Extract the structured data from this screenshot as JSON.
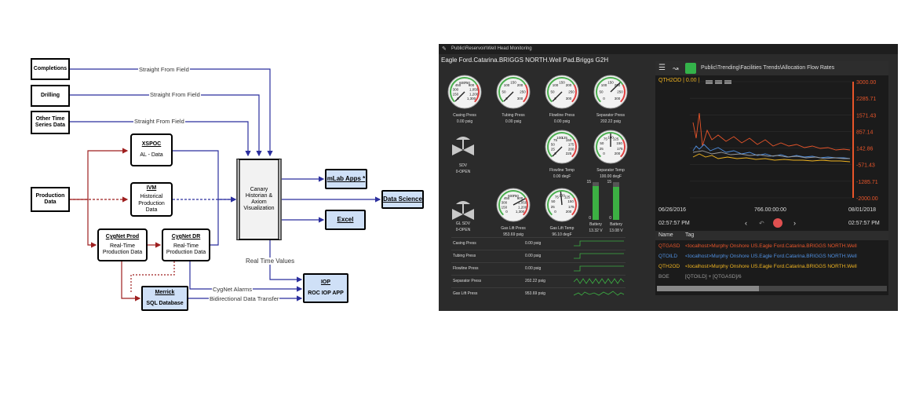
{
  "diagram": {
    "boxes": {
      "completions": "Completions",
      "drilling": "Drilling",
      "other_time_series": "Other Time Series Data",
      "production_data": "Production Data",
      "xspoc_title": "XSPOC",
      "xspoc_sub": "AL - Data",
      "ivm_title": "IVM",
      "ivm_sub": "Historical Production Data",
      "cygnet_prod_title": "CygNet Prod",
      "cygnet_prod_sub": "Real-Time Production Data",
      "cygnet_dr_title": "CygNet DR",
      "cygnet_dr_sub": "Real-Time Production Data",
      "canary": "Canary Historian & Axiom Visualization",
      "mlab": "mLab Apps *",
      "data_science": "Data Science",
      "excel": "Excel",
      "iop_title": "IOP",
      "iop_sub": "ROC IOP APP",
      "merrick_title": "Merrick",
      "merrick_sub": "SQL Database"
    },
    "labels": {
      "straight1": "Straight From Field",
      "straight2": "Straight From Field",
      "straight3": "Straight From Field",
      "real_time_values": "Real Time Values",
      "cygnet_alarms": "CygNet Alarms",
      "bidirectional": "Bidirectional Data Transfer"
    },
    "colors": {
      "blue": "#2b2f9e",
      "red": "#9e1f1f",
      "box_fill": "#cfe0f7"
    }
  },
  "dashboard": {
    "path": "Public\\Reservoir\\Well Head Monitoring",
    "well_title": "Eagle Ford.Catarina.BRIGGS NORTH.Well Pad.Briggs G2H",
    "gauges": [
      {
        "name": "Casing Press",
        "value": "0.00 psig"
      },
      {
        "name": "Tubing Press",
        "value": "0.00 psig"
      },
      {
        "name": "Flowline Press",
        "value": "0.00 psig"
      },
      {
        "name": "Separator Press",
        "value": "202.22 psig"
      },
      {
        "name": "Flowline Temp",
        "value": "0.00 degF"
      },
      {
        "name": "Separator Temp",
        "value": "100.00 degF"
      },
      {
        "name": "Gas Lift Press",
        "value": "953.69 psig"
      },
      {
        "name": "Gas Lift Temp",
        "value": "96.10 degF"
      }
    ],
    "sdv": {
      "name": "SDV",
      "state": "0-OPEN"
    },
    "gl_sdv": {
      "name": "GL SDV",
      "state": "0-OPEN"
    },
    "batteries": [
      {
        "name": "Battery",
        "value": "13.32 V",
        "level": 0.89
      },
      {
        "name": "Battery",
        "value": "13.08 V",
        "level": 0.87
      }
    ],
    "spark_rows": [
      {
        "name": "Casing Press",
        "value": "0.00 psig"
      },
      {
        "name": "Tubing Press",
        "value": "0.00 psig"
      },
      {
        "name": "Flowline Press",
        "value": "0.00 psig"
      },
      {
        "name": "Separator Press",
        "value": "202.22 psig"
      },
      {
        "name": "Gas Lift Press",
        "value": "953.69 psig"
      }
    ],
    "trend": {
      "path": "Public\\Trending\\Facilities Trends\\Allocation Flow Rates",
      "header_tag": "QTH2OD | 0.00 |",
      "y_ticks": [
        "3000.00",
        "2285.71",
        "1571.43",
        "857.14",
        "142.86",
        "-571.43",
        "-1285.71",
        "-2000.00"
      ],
      "start_date": "06/26/2016",
      "duration": "766.00:00:00",
      "end_date": "08/01/2018",
      "start_time": "02:57:57 PM",
      "end_time": "02:57:57 PM",
      "col_name": "Name",
      "col_tag": "Tag",
      "tags": [
        {
          "name": "QTGASD",
          "tag": "<localhost>Murphy Onshore US.Eagle Ford.Catarina.BRIGGS NORTH.Well",
          "color": "#e8552a"
        },
        {
          "name": "QTOILD",
          "tag": "<localhost>Murphy Onshore US.Eagle Ford.Catarina.BRIGGS NORTH.Well",
          "color": "#4f8fe0"
        },
        {
          "name": "QTH2OD",
          "tag": "<localhost>Murphy Onshore US.Eagle Ford.Catarina.BRIGGS NORTH.Well",
          "color": "#f0b420"
        },
        {
          "name": "BOE",
          "tag": "[QTOILD] + [QTGASD]/6",
          "color": "#9a9a9a"
        }
      ]
    }
  }
}
